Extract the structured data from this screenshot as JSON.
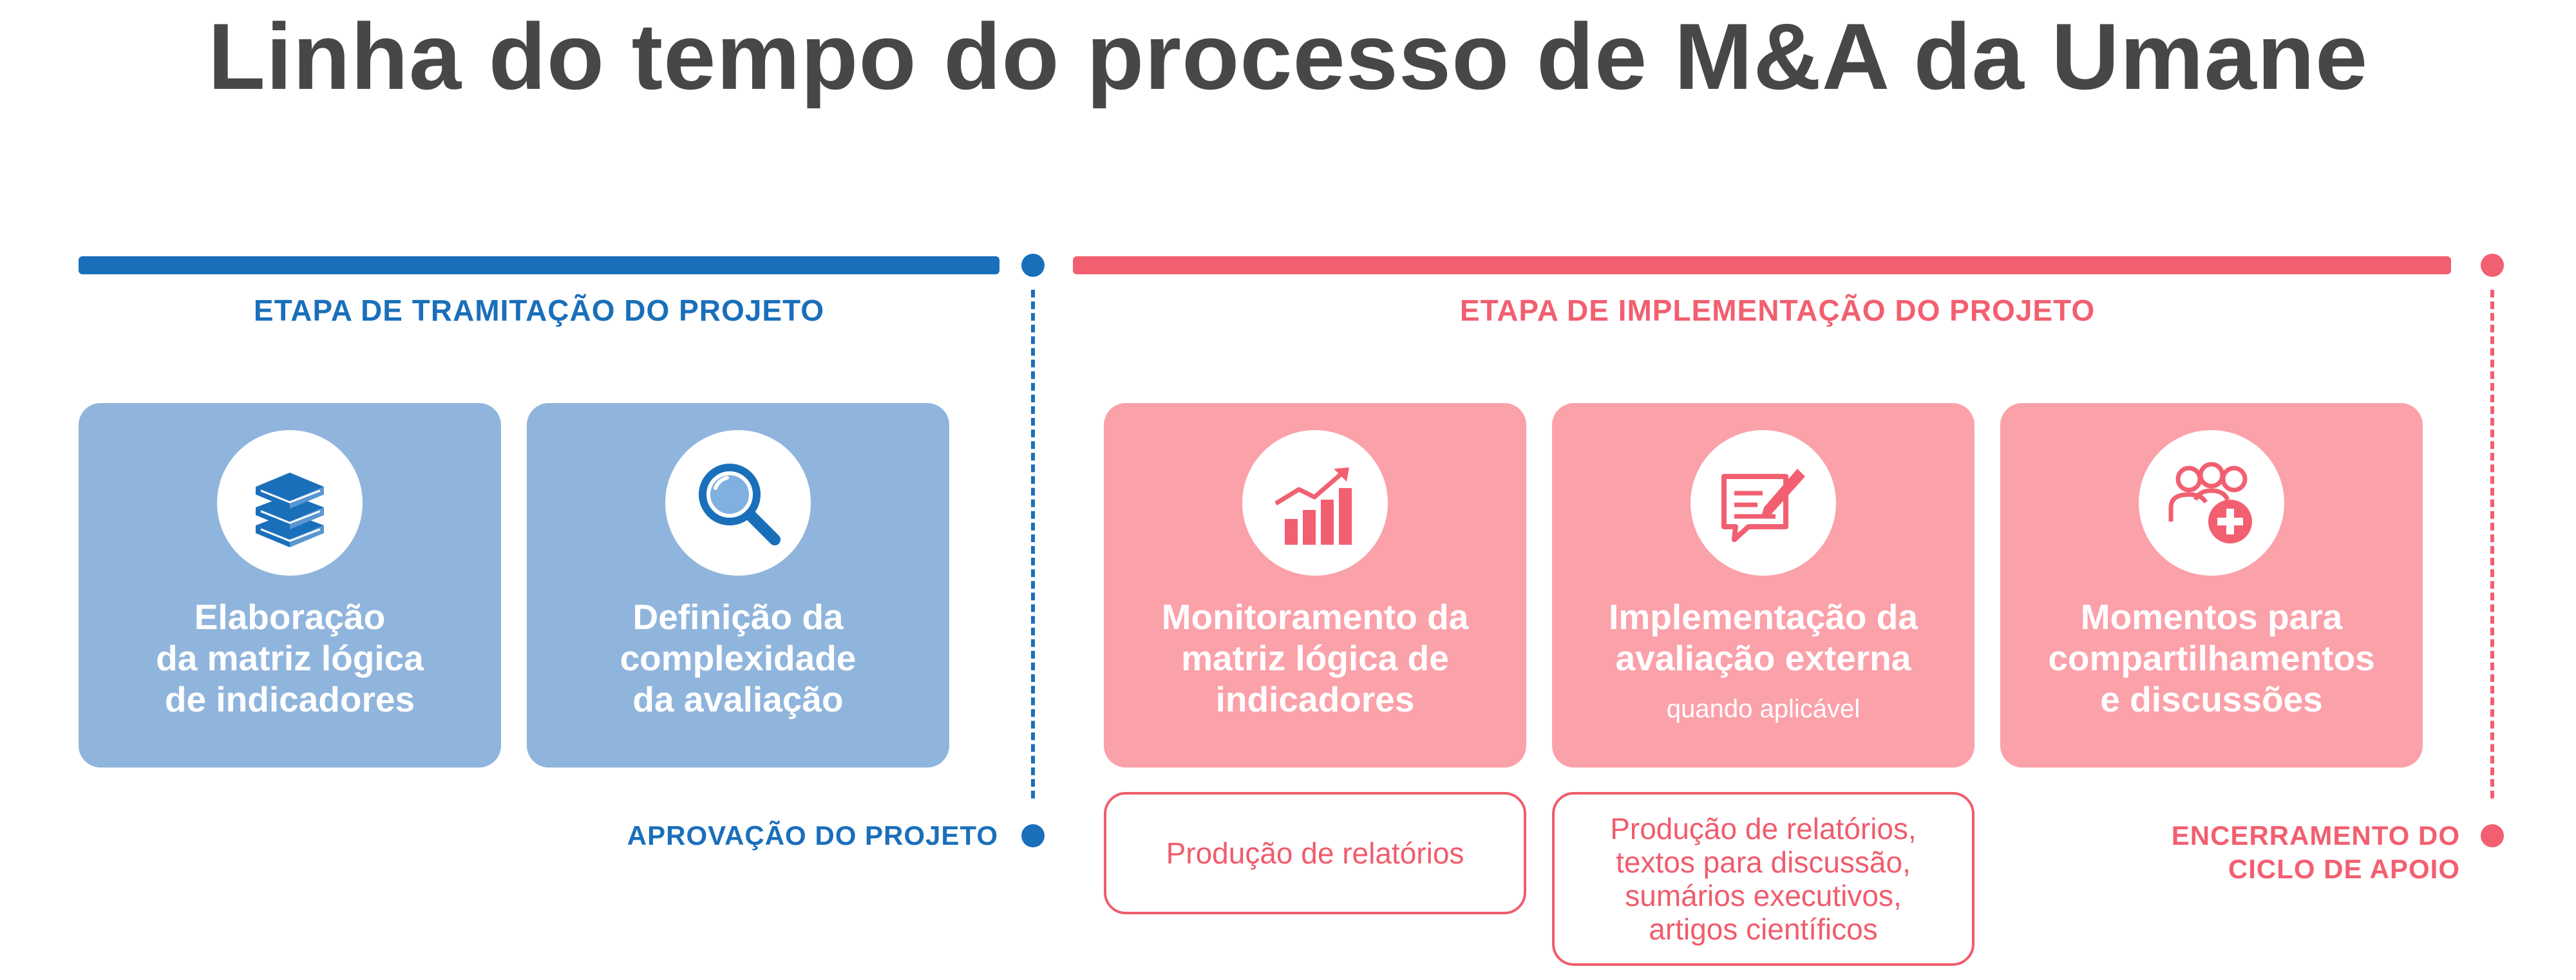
{
  "title": "Linha do tempo do processo de M&A da Umane",
  "colors": {
    "blue": "#1a6fba",
    "blue_card": "#90b5dd",
    "red": "#f25f70",
    "red_card": "#fba1aa",
    "title_gray": "#474749"
  },
  "stages": [
    {
      "label": "ETAPA DE TRAMITAÇÃO DO PROJETO"
    },
    {
      "label": "ETAPA DE IMPLEMENTAÇÃO DO PROJETO"
    }
  ],
  "cards": [
    {
      "icon": "books-icon",
      "lines": [
        "Elaboração",
        "da matriz lógica",
        "de indicadores"
      ]
    },
    {
      "icon": "magnifier-icon",
      "lines": [
        "Definição da",
        "complexidade",
        "da avaliação"
      ]
    },
    {
      "icon": "growth-chart-icon",
      "lines": [
        "Monitoramento da",
        "matriz lógica de",
        "indicadores"
      ]
    },
    {
      "icon": "edit-message-icon",
      "lines": [
        "Implementação da",
        "avaliação externa"
      ],
      "sub": "quando aplicável"
    },
    {
      "icon": "group-health-icon",
      "lines": [
        "Momentos para",
        "compartilhamentos",
        "e discussões"
      ]
    }
  ],
  "outputs": [
    {
      "lines": [
        "Produção de relatórios"
      ]
    },
    {
      "lines": [
        "Produção de relatórios,",
        "textos para discussão,",
        "sumários executivos,",
        "artigos científicos"
      ]
    }
  ],
  "milestones": [
    {
      "lines": [
        "APROVAÇÃO DO PROJETO"
      ]
    },
    {
      "lines": [
        "ENCERRAMENTO DO",
        "CICLO DE APOIO"
      ]
    }
  ]
}
